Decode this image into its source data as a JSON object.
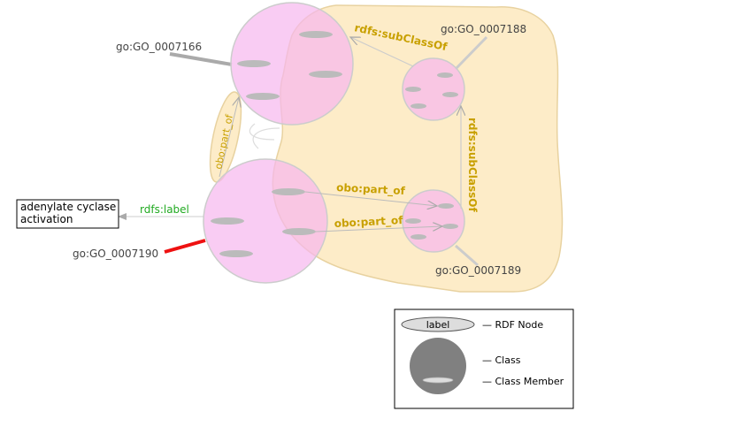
{
  "nodes": {
    "go_0007166": "go:GO_0007166",
    "go_0007188": "go:GO_0007188",
    "go_0007189": "go:GO_0007189",
    "go_0007190": "go:GO_0007190"
  },
  "label_box": {
    "line1": "adenylate cyclase",
    "line2": "activation"
  },
  "edges": {
    "subclass_top": "rdfs:subClassOf",
    "subclass_right": "rdfs:subClassOf",
    "part_of_upper": "obo:part_of",
    "part_of_lower": "obo:part_of",
    "part_of_left": "obo:part_of",
    "label_edge": "rdfs:label"
  },
  "legend": {
    "node_text": "label",
    "rdf_node": "— RDF Node",
    "class": "— Class",
    "class_member": "— Class Member"
  },
  "colors": {
    "region_fill": "#fdecc8",
    "region_stroke": "#e8d2a0",
    "class_fill": "#f7b6ee",
    "class_stroke": "#cccccc",
    "member_fill": "#bbbbbb",
    "edge_label": "#c8a000",
    "highlight_line": "#ee1111",
    "label_edge": "#22aa22"
  }
}
